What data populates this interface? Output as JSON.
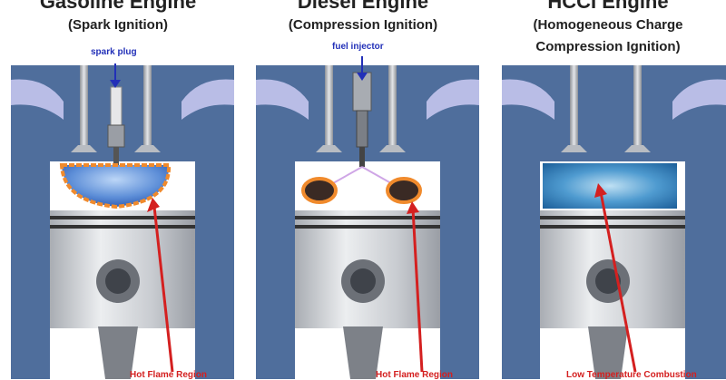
{
  "panels": [
    {
      "title": "Gasoline Engine",
      "subtitle": "(Spark Ignition)",
      "subtitle2": "",
      "callout": "spark plug",
      "region_label": "Hot Flame Region"
    },
    {
      "title": "Diesel Engine",
      "subtitle": "(Compression Ignition)",
      "subtitle2": "",
      "callout": "fuel injector",
      "region_label": "Hot Flame Region"
    },
    {
      "title": "HCCI Engine",
      "subtitle": "(Homogeneous Charge",
      "subtitle2": "Compression Ignition)",
      "callout": "",
      "region_label": "Low Temperature Combustion"
    }
  ],
  "colors": {
    "cylinder_wall": "#4f6e9c",
    "manifold": "#b9bde6",
    "piston": "#cfd2d6",
    "flame_orange": "#f08a2c",
    "arrow_red": "#d42020",
    "label_blue": "#2230b8"
  }
}
